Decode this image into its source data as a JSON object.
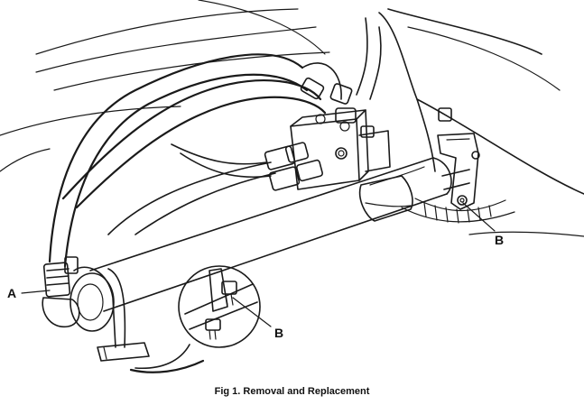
{
  "figure": {
    "caption": "Fig 1. Removal and Replacement",
    "callouts": {
      "a": "A",
      "b_right": "B",
      "b_detail": "B"
    }
  }
}
